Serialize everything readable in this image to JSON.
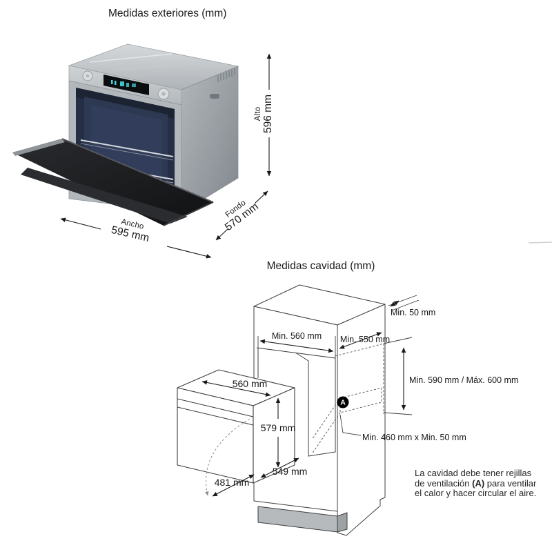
{
  "exterior_section": {
    "title": "Medidas exteriores (mm)",
    "dims": {
      "alto": {
        "label": "Alto",
        "value": "596 mm"
      },
      "fondo": {
        "label": "Fondo",
        "value": "570 mm"
      },
      "ancho": {
        "label": "Ancho",
        "value": "595 mm"
      }
    }
  },
  "cavity_section": {
    "title": "Medidas cavidad (mm)",
    "dims": {
      "top_gap": "Min. 50 mm",
      "opening_width": "Min. 560 mm",
      "opening_depth": "Min. 550 mm",
      "opening_height": "Min. 590 mm / Máx. 600 mm",
      "vent_size": "Min. 460 mm x Min. 50 mm",
      "oven_width": "560 mm",
      "oven_height": "579 mm",
      "oven_depth": "549 mm",
      "door_open": "481 mm"
    },
    "vent_marker": "A",
    "note": {
      "line1": "La cavidad debe tener rejillas",
      "line2_pre": "de ventilación ",
      "line2_bold": "(A)",
      "line2_post": " para ventilar",
      "line3": "el calor y hacer circular el aire."
    }
  },
  "colors": {
    "dimension_line": "#1a1a1a",
    "cabinet_line": "#3c3c3c",
    "oven_body_silver": "#b9bdc1",
    "oven_cavity_navy": "#252e44",
    "door_black": "#1a1b1d",
    "plinth_gray": "#b6babc",
    "display_cyan": "#45d5de",
    "marker_bg": "#000000",
    "marker_fg": "#ffffff"
  }
}
